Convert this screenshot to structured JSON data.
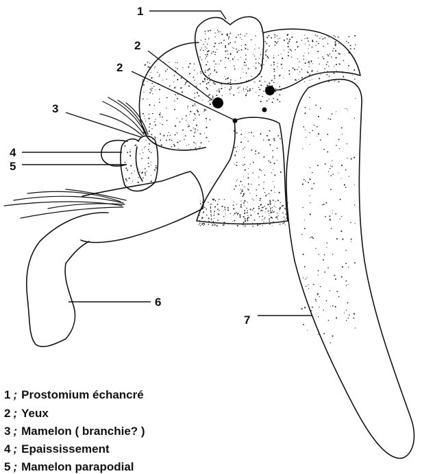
{
  "callouts": {
    "c1": "1",
    "c2a": "2",
    "c2b": "2",
    "c3": "3",
    "c4": "4",
    "c5": "5",
    "c6": "6",
    "c7": "7"
  },
  "legend": [
    {
      "num": "1",
      "sep": ";",
      "text": "Prostomium échancré"
    },
    {
      "num": "2",
      "sep": ";",
      "text": "Yeux"
    },
    {
      "num": "3",
      "sep": ";",
      "text": "Mamelon ( branchie? )"
    },
    {
      "num": "4",
      "sep": ";",
      "text": "Epaississement"
    },
    {
      "num": "5",
      "sep": ";",
      "text": "Mamelon parapodial"
    }
  ]
}
